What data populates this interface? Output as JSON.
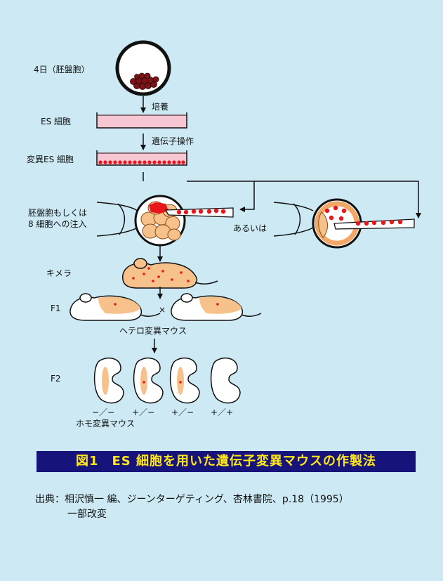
{
  "labels": {
    "blastocyst_day": "4日（胚盤胞）",
    "es_cells": "ES 細胞",
    "mutant_es_cells": "変異ES 細胞",
    "culture": "培養",
    "gene_manipulation": "遺伝子操作",
    "injection_line1": "胚盤胞もしくは",
    "injection_line2": "8 細胞への注入",
    "or": "あるいは",
    "chimera": "キメラ",
    "f1": "F1",
    "cross": "×",
    "hetero": "ヘテロ変異マウス",
    "f2": "F2",
    "homo": "ホモ変異マウス"
  },
  "genotypes": [
    "−／−",
    "+／−",
    "+／−",
    "+／+"
  ],
  "title": "図1　ES 細胞を用いた遺伝子変異マウスの作製法",
  "source_line1": "出典：相沢慎一 編、ジーンターゲティング、杏林書院、p.18（1995）",
  "source_line2": "一部改変",
  "colors": {
    "background": "#cde9f4",
    "title_bar": "#16147a",
    "title_text": "#ffe61a",
    "cell_red": "#e8161c",
    "cell_orange": "#f6c18b",
    "dish_pink": "#f6c7d2"
  }
}
